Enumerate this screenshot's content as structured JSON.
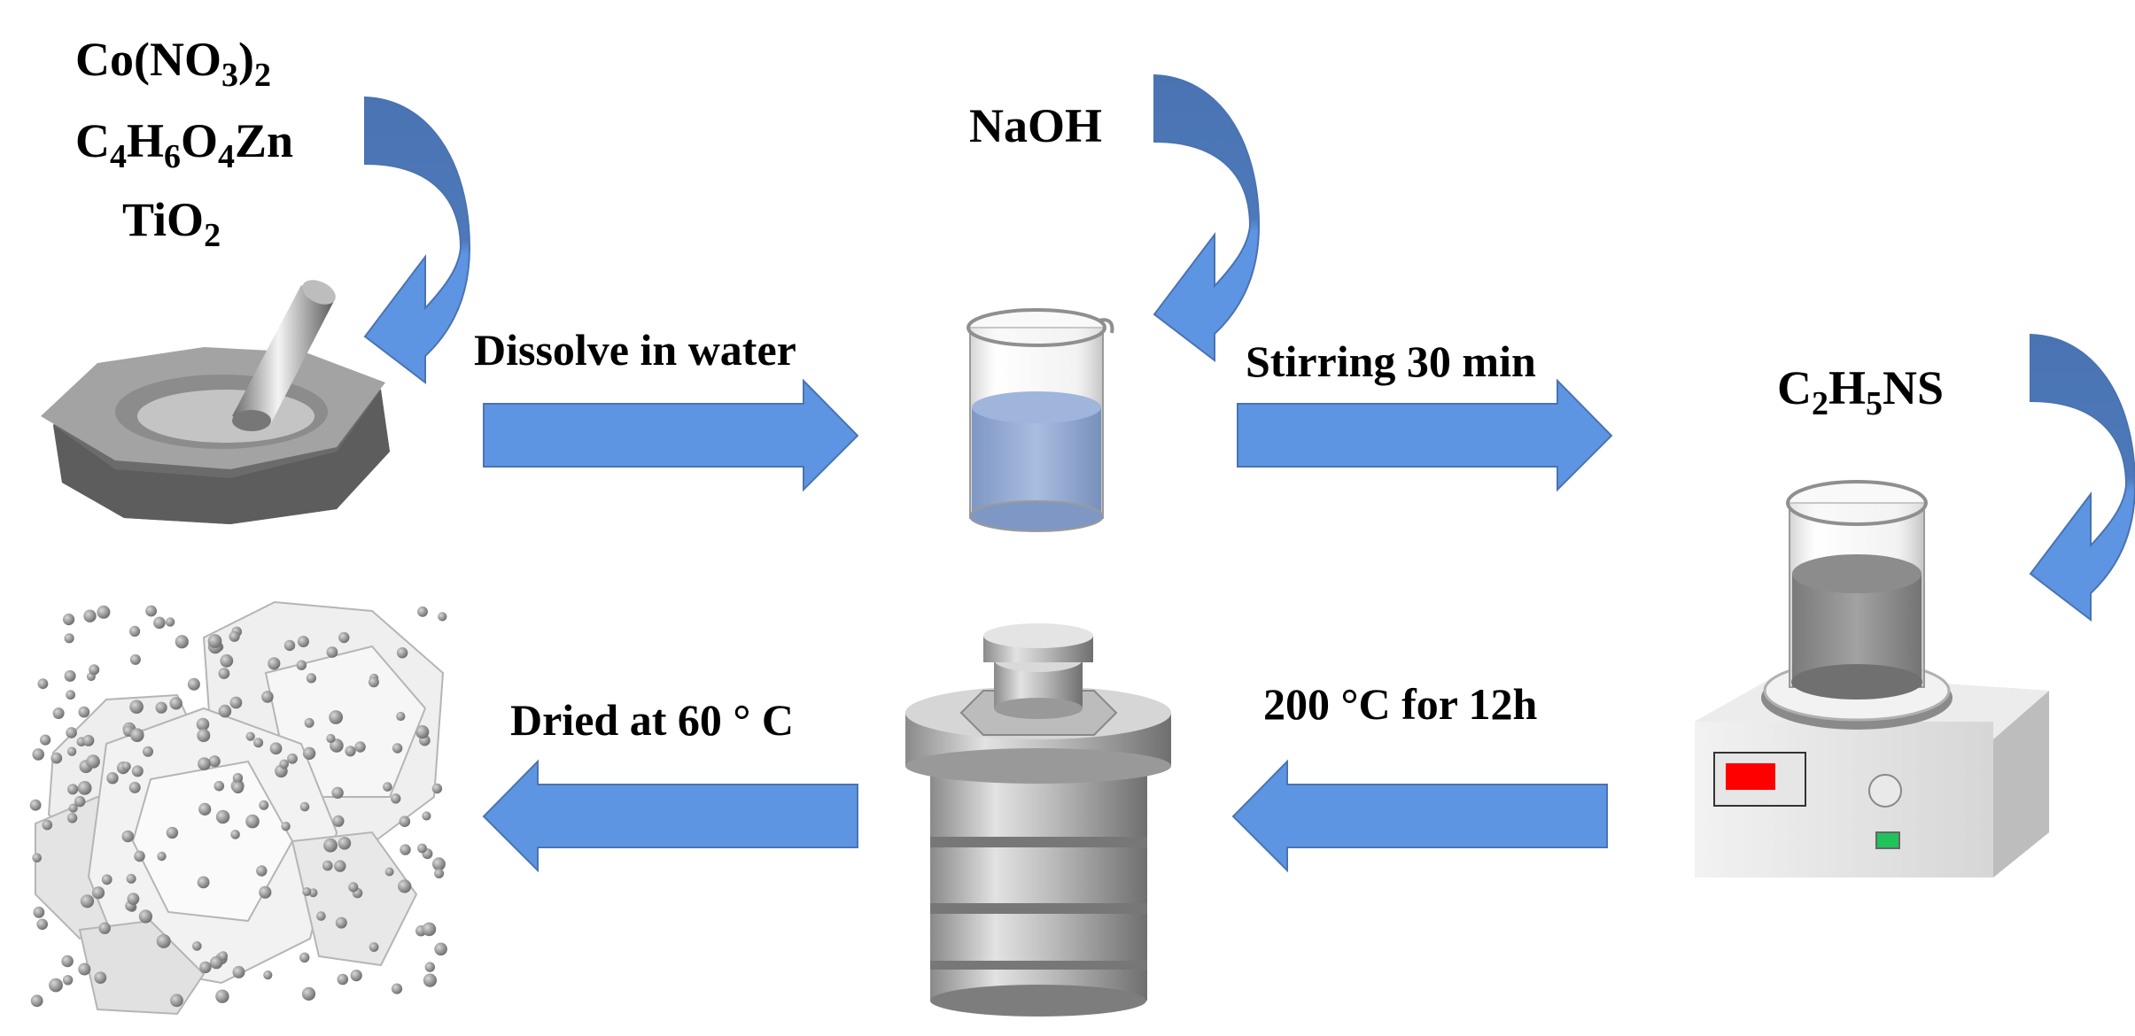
{
  "reagents": {
    "cobalt_nitrate": [
      "Co(NO",
      "3",
      ")",
      "2"
    ],
    "zinc_acetate": [
      "C",
      "4",
      "H",
      "6",
      "O",
      "4",
      "Zn"
    ],
    "titania": [
      "TiO",
      "2"
    ],
    "sodium_hydroxide": [
      "NaOH"
    ],
    "thioacetamide": [
      "C",
      "2",
      "H",
      "5",
      "NS"
    ]
  },
  "steps": {
    "dissolve": "Dissolve in water",
    "stirring": "Stirring 30 min",
    "hydrothermal": "200 °C for 12h",
    "drying": "Dried at 60 ° C"
  },
  "colors": {
    "arrow": "#5e95e2",
    "arrow_dark": "#4a73b2",
    "display": "#ff0000",
    "button": "#1fc35a"
  }
}
